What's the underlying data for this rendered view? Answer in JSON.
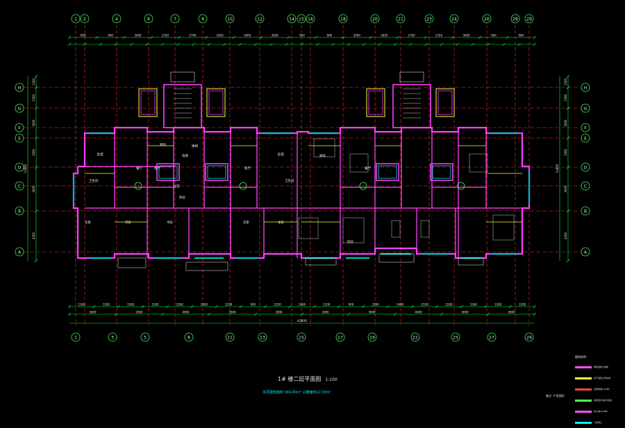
{
  "drawing": {
    "title": "1# 楼二层平面图",
    "scale": "1:100",
    "area_note": "本层建筑面积 584.80m²  公摊面积22.50m²",
    "side_note": "备注: 户型面积"
  },
  "grid_top_labels": [
    "1",
    "2",
    "4",
    "6",
    "7",
    "9",
    "10",
    "12",
    "14",
    "15",
    "16",
    "18",
    "20",
    "21",
    "23",
    "24",
    "26",
    "28",
    "29"
  ],
  "grid_bottom_labels": [
    "1",
    "3",
    "5",
    "8",
    "11",
    "13",
    "15",
    "17",
    "19",
    "22",
    "25",
    "27",
    "29"
  ],
  "grid_row_labels": [
    "H",
    "G",
    "F",
    "E",
    "D",
    "C",
    "B",
    "A"
  ],
  "dim_top_row1": [
    "900",
    "900",
    "3000",
    "2350",
    "2700",
    "2850",
    "3000",
    "3000",
    "900",
    "900",
    "3000",
    "2850",
    "2700",
    "2350",
    "3000",
    "900",
    "900"
  ],
  "dim_bottom_row1": [
    "1500",
    "1500",
    "1500",
    "1500",
    "2200",
    "2400",
    "2100",
    "900",
    "2200",
    "2400",
    "2100",
    "900",
    "2200",
    "2400",
    "2100",
    "2200",
    "1500",
    "1500",
    "1500"
  ],
  "dim_bottom_row2": [
    "3600",
    "2600",
    "4000",
    "3600",
    "3000",
    "3000",
    "3600",
    "4000",
    "3600",
    "3600"
  ],
  "dim_total": "42600",
  "dim_left": [
    "1200",
    "1500",
    "3000",
    "1500",
    "3000",
    "4200"
  ],
  "dim_left_total": "13850",
  "room_labels": [
    "卧室",
    "客厅",
    "餐厅",
    "厨房",
    "卫生间",
    "主卧",
    "次卧",
    "书房",
    "阳台",
    "前室",
    "电梯",
    "楼梯",
    "卧室",
    "客厅",
    "主卧",
    "次卧",
    "卫生间",
    "厨房",
    "阳台",
    "餐厅"
  ],
  "legend": {
    "title": "图例说明",
    "items": [
      {
        "text": "钢筋混凝土墙体",
        "color": "#ff55ff"
      },
      {
        "text": "加气混凝土砌块墙",
        "color": "#ffff44"
      },
      {
        "text": "轻质隔墙(100厚)",
        "color": "#ff4444"
      },
      {
        "text": "保温层(外墙外保温)",
        "color": "#55ff55"
      },
      {
        "text": "防火墙(200厚)",
        "color": "#ff55ff"
      },
      {
        "text": "门窗洞口",
        "color": "#00ffff"
      }
    ]
  },
  "colors": {
    "grid_line": "#ff3030",
    "dim_line": "#00ff33",
    "wall_main": "#ff40ff",
    "wall_secondary": "#ffff33",
    "window": "#00ffff",
    "bubble": "#33ff44",
    "text": "#e8e8e8"
  }
}
